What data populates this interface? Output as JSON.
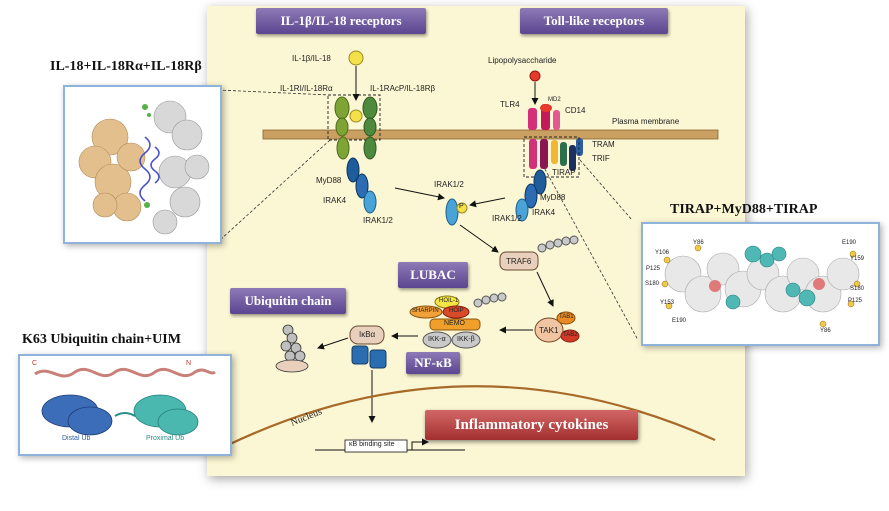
{
  "headers": {
    "il_receptors": "IL-1β/IL-18 receptors",
    "toll_receptors": "Toll-like receptors",
    "lubac": "LUBAC",
    "ubiquitin_chain": "Ubiquitin chain",
    "nfkb": "NF-κB",
    "inflammatory": "Inflammatory cytokines"
  },
  "titles": {
    "il18_complex": "IL-18+IL-18Rα+IL-18Rβ",
    "tirap_complex": "TIRAP+MyD88+TIRAP",
    "k63": "K63 Ubiquitin chain+UIM"
  },
  "labels": {
    "ligand_il": "IL-1β/IL-18",
    "receptor_il": "IL-1RI/IL-18Rα",
    "receptor_acp": "IL-1RAcP/IL-18Rβ",
    "lps": "Lipopolysaccharide",
    "tlr4": "TLR4",
    "md2": "MD2",
    "cd14": "CD14",
    "membrane": "Plasma membrane",
    "tram": "TRAM",
    "trif": "TRIF",
    "tirap": "TIRAP",
    "myd88_left": "MyD88",
    "irak4_left": "IRAK4",
    "irak12_left": "IRAK1/2",
    "irak12_center": "IRAK1/2",
    "irak12_right": "IRAK1/2",
    "irak4_right": "IRAK4",
    "myd88_right": "MyD88",
    "traf6": "TRAF6",
    "tak1": "TAK1",
    "tab1": "TAB1",
    "tab2": "TAB2",
    "hoil1": "HOIL-1",
    "sharpin": "SHARPIN",
    "hoip": "HOIP",
    "nemo": "NEMO",
    "ikka": "IKK-α",
    "ikkb": "IKK-β",
    "ikba": "IκBα",
    "p": "P",
    "nucleus": "Nucleus",
    "kb_site": "κB binding site",
    "distal_ub": "Distal Ub",
    "proximal_ub": "Proximal Ub",
    "c_term": "C",
    "n_term": "N"
  },
  "tirap_residues": [
    "Y106",
    "Y86",
    "P125",
    "S180",
    "Y153",
    "E190",
    "E190",
    "Y159",
    "S180",
    "P125",
    "Y86"
  ],
  "colors": {
    "panel": "#fbf6d4",
    "header": "#6a549c",
    "membrane": "#c9a061",
    "cytokines": "#b84444",
    "ligand": "#f4e048",
    "lps": "#e63a2a"
  }
}
